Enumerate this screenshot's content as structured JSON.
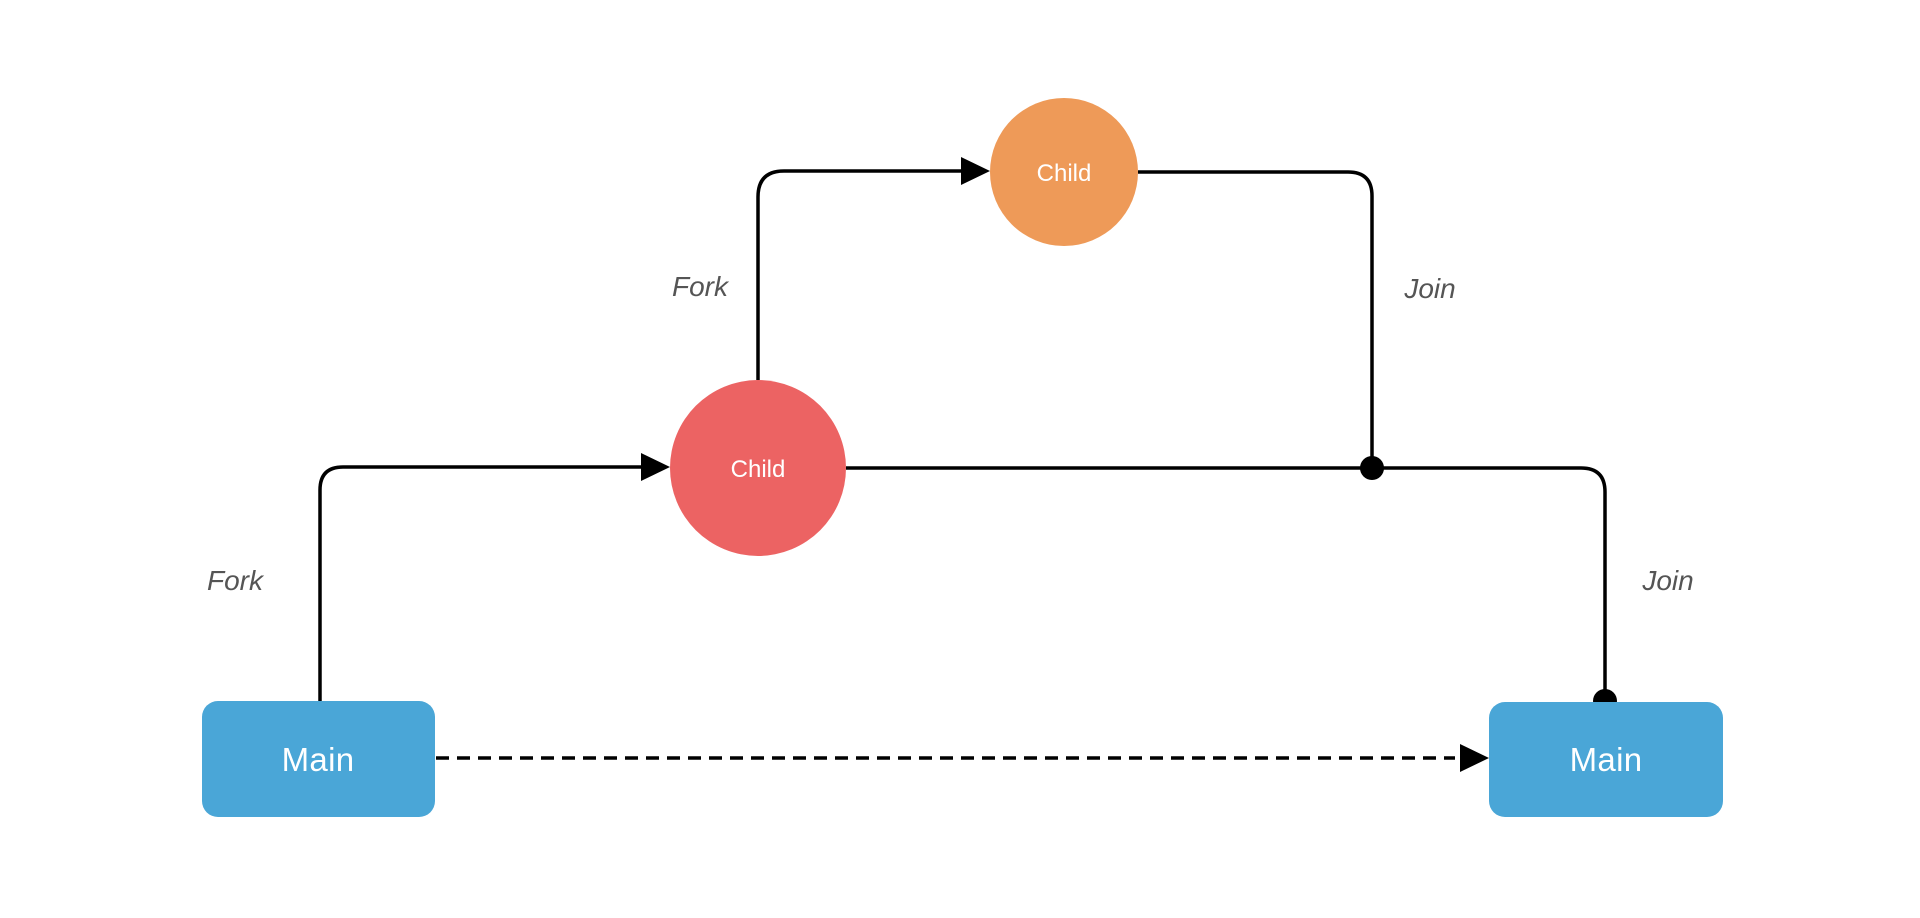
{
  "diagram": {
    "type": "fork-join-flow",
    "background": "#FFFFFF",
    "colors": {
      "main_node": "#4AA6D7",
      "child_mid_node": "#EC6363",
      "child_top_node": "#EE9A58",
      "node_label": "#FFFFFF",
      "edge": "#000000",
      "edge_label": "#555555"
    },
    "nodes": {
      "main_left": {
        "label": "Main",
        "shape": "rounded-rectangle"
      },
      "child_mid": {
        "label": "Child",
        "shape": "circle"
      },
      "child_top": {
        "label": "Child",
        "shape": "circle"
      },
      "main_right": {
        "label": "Main",
        "shape": "rounded-rectangle"
      }
    },
    "edge_labels": {
      "fork_left": "Fork",
      "fork_mid": "Fork",
      "join_top": "Join",
      "join_right": "Join"
    },
    "edges": [
      {
        "from": "main_left",
        "to": "child_mid",
        "label": "Fork",
        "line": "solid",
        "end": "arrow"
      },
      {
        "from": "child_mid",
        "to": "child_top",
        "label": "Fork",
        "line": "solid",
        "end": "arrow"
      },
      {
        "from": "child_top",
        "to": "junction",
        "label": "Join",
        "line": "solid",
        "end": "dot-junction"
      },
      {
        "from": "child_mid",
        "to": "main_right",
        "label": "Join",
        "line": "solid",
        "end": "dot"
      },
      {
        "from": "main_left",
        "to": "main_right",
        "label": "",
        "line": "dashed",
        "end": "arrow"
      }
    ]
  }
}
